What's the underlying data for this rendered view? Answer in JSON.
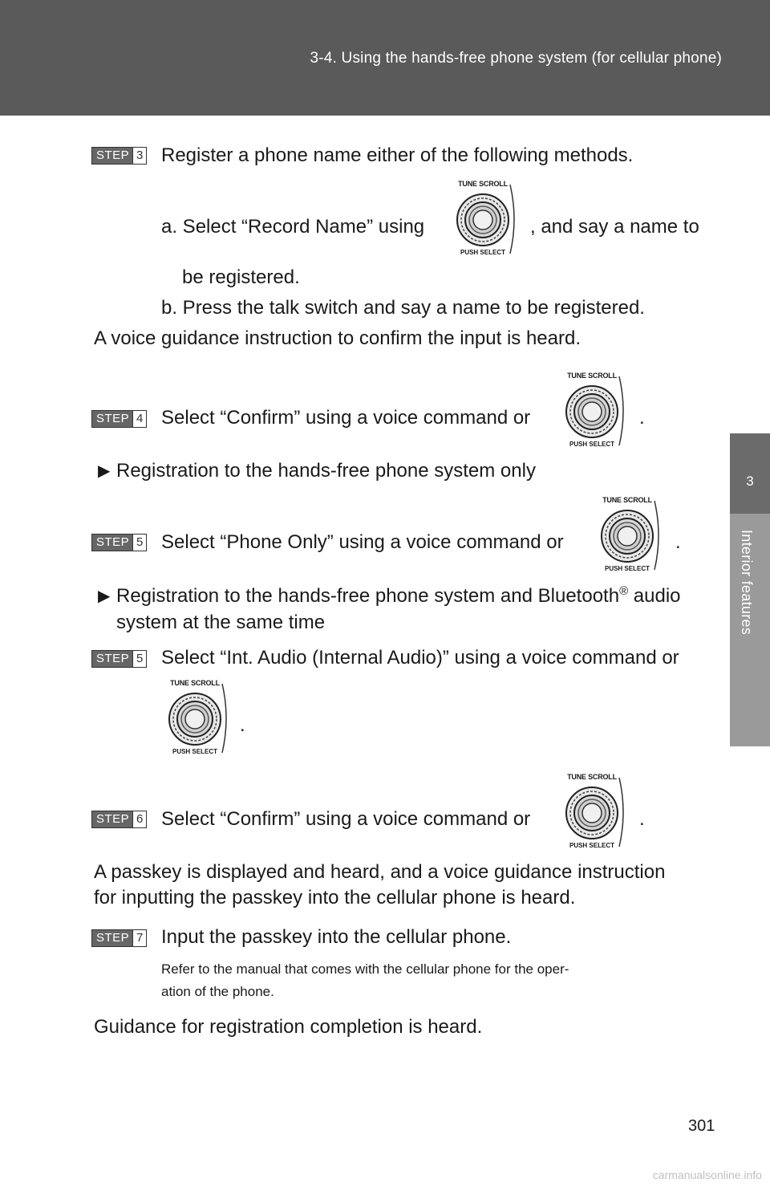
{
  "header": {
    "title": "3-4. Using the hands-free phone system (for cellular phone)"
  },
  "side_tab": {
    "number": "3",
    "label": "Interior features"
  },
  "knob": {
    "top_label": "TUNE SCROLL",
    "bottom_label": "PUSH SELECT"
  },
  "step_word": "STEP",
  "steps": {
    "s3": {
      "num": "3",
      "text": "Register a phone name either of the following methods."
    },
    "s3a_pre": "a. Select “Record Name” using",
    "s3a_post": ", and say a name to",
    "s3a_cont": "be registered.",
    "s3b": "b. Press the talk switch and say a name to be registered.",
    "after3": "A voice guidance instruction to confirm the input is heard.",
    "s4": {
      "num": "4",
      "text": "Select “Confirm” using a voice command or",
      "end": "."
    },
    "bullet1": "Registration to the hands-free phone system only",
    "s5a": {
      "num": "5",
      "text": "Select “Phone Only” using a voice command or",
      "end": "."
    },
    "bullet2_a": "Registration to the hands-free phone system and Bluetooth",
    "bullet2_reg": "®",
    "bullet2_b": " audio",
    "bullet2_cont": "system at the same time",
    "s5b": {
      "num": "5",
      "text": "Select “Int. Audio (Internal Audio)” using a voice command or",
      "end": "."
    },
    "s6": {
      "num": "6",
      "text": "Select “Confirm” using a voice command or",
      "end": "."
    },
    "after6_1": "A passkey is displayed and heard, and a voice guidance instruction",
    "after6_2": "for inputting the passkey into the cellular phone is heard.",
    "s7": {
      "num": "7",
      "text": "Input the passkey into the cellular phone."
    },
    "note1": "Refer to the manual that comes with the cellular phone for the oper-",
    "note2": "ation of the phone.",
    "final": "Guidance for registration completion is heard."
  },
  "page_number": "301",
  "footer": "carmanualsonline.info"
}
